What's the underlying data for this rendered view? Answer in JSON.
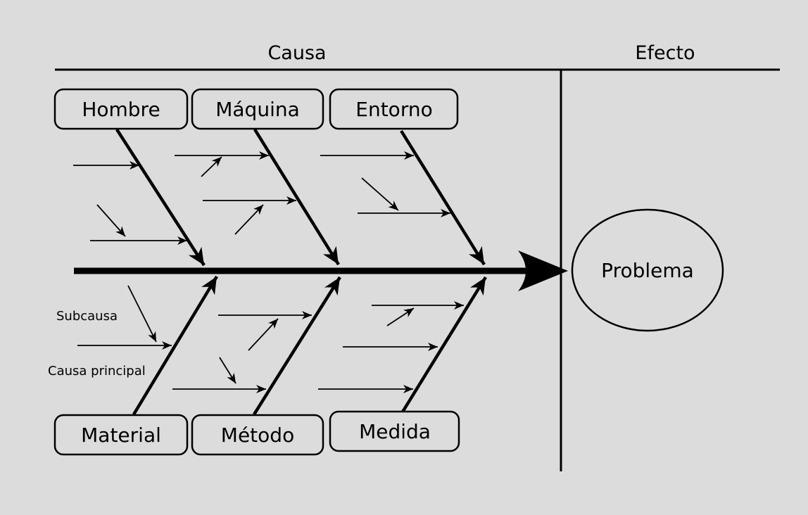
{
  "diagram": {
    "type": "fishbone-ishikawa",
    "colors": {
      "background": "#dcdcdc",
      "stroke": "#000000"
    },
    "header": {
      "cause_label": "Causa",
      "effect_label": "Efecto"
    },
    "effect": {
      "label": "Problema"
    },
    "categories": [
      {
        "label": "Hombre",
        "position": "top",
        "subcause_arrows": 2
      },
      {
        "label": "Máquina",
        "position": "top",
        "subcause_arrows": 2
      },
      {
        "label": "Entorno",
        "position": "top",
        "subcause_arrows": 2
      },
      {
        "label": "Material",
        "position": "bottom",
        "subcause_arrows": 1
      },
      {
        "label": "Método",
        "position": "bottom",
        "subcause_arrows": 2
      },
      {
        "label": "Medida",
        "position": "bottom",
        "subcause_arrows": 3
      }
    ],
    "annotations": {
      "subcause_label": "Subcausa",
      "main_cause_label": "Causa principal"
    }
  }
}
